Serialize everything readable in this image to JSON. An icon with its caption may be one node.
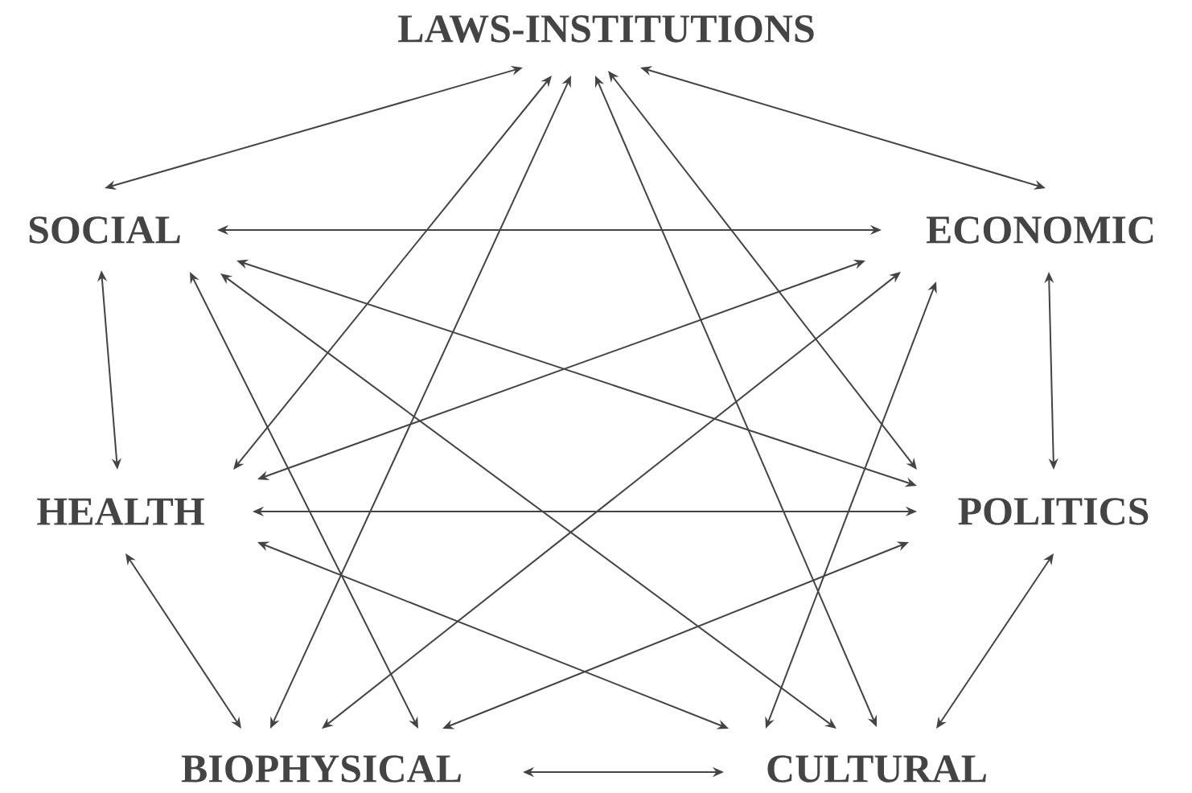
{
  "diagram": {
    "nodes": [
      {
        "text": [
          "LAWS-INSTITUTIONS"
        ]
      },
      {
        "text": [
          "SOCIAL"
        ]
      },
      {
        "text": [
          "ECONOMIC"
        ]
      },
      {
        "text": [
          "HEALTH"
        ]
      },
      {
        "text": [
          "POLITICS"
        ]
      },
      {
        "text": [
          "BIOPHYSICAL"
        ]
      },
      {
        "text": [
          "CULTURAL"
        ]
      }
    ],
    "edges": [
      {
        "from": 0,
        "to": 1,
        "arrow": "both"
      },
      {
        "from": 0,
        "to": 2,
        "arrow": "both"
      },
      {
        "from": 0,
        "to": 3,
        "arrow": "both"
      },
      {
        "from": 0,
        "to": 5,
        "arrow": "both"
      },
      {
        "from": 0,
        "to": 6,
        "arrow": "both"
      },
      {
        "from": 0,
        "to": 4,
        "arrow": "both"
      },
      {
        "from": 1,
        "to": 2,
        "arrow": "both"
      },
      {
        "from": 1,
        "to": 3,
        "arrow": "both"
      },
      {
        "from": 1,
        "to": 5,
        "arrow": "both"
      },
      {
        "from": 1,
        "to": 6,
        "arrow": "both"
      },
      {
        "from": 1,
        "to": 4,
        "arrow": "both"
      },
      {
        "from": 2,
        "to": 3,
        "arrow": "both"
      },
      {
        "from": 2,
        "to": 5,
        "arrow": "both"
      },
      {
        "from": 2,
        "to": 6,
        "arrow": "both"
      },
      {
        "from": 2,
        "to": 4,
        "arrow": "both"
      },
      {
        "from": 3,
        "to": 4,
        "arrow": "both"
      },
      {
        "from": 3,
        "to": 5,
        "arrow": "both"
      },
      {
        "from": 3,
        "to": 6,
        "arrow": "both"
      },
      {
        "from": 4,
        "to": 5,
        "arrow": "both"
      },
      {
        "from": 4,
        "to": 6,
        "arrow": "both"
      },
      {
        "from": 5,
        "to": 6,
        "arrow": "both"
      }
    ]
  }
}
